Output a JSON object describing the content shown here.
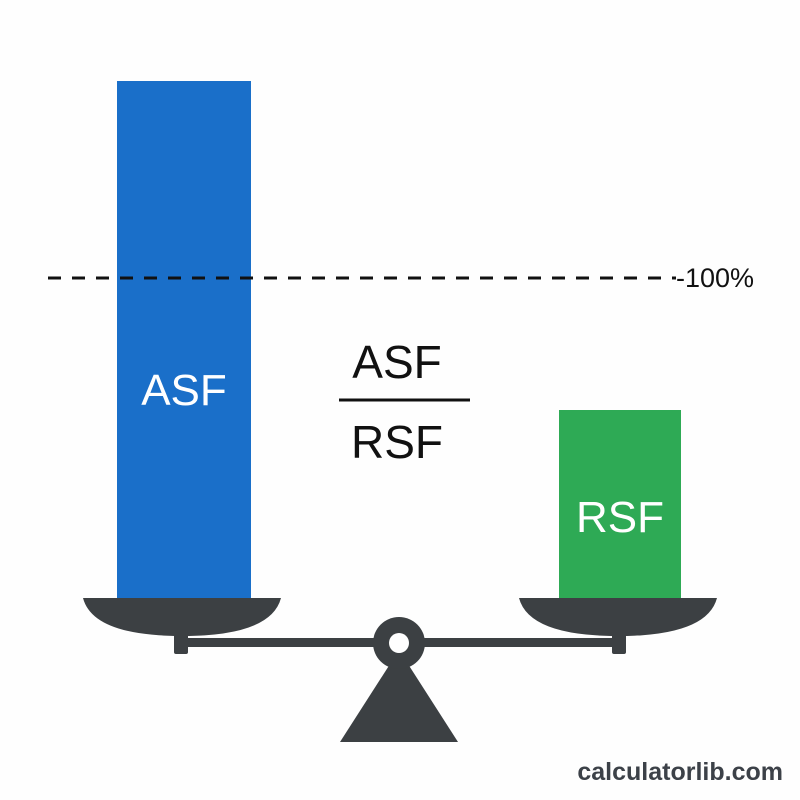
{
  "bars": {
    "asf": {
      "label": "ASF",
      "color": "#1a6fc9"
    },
    "rsf": {
      "label": "RSF",
      "color": "#2eaa55"
    }
  },
  "reference_line": {
    "label": "-100%"
  },
  "fraction": {
    "numerator": "ASF",
    "denominator": "RSF"
  },
  "scale": {
    "color": "#3c4043"
  },
  "watermark": {
    "text": "calculatorlib.com"
  }
}
